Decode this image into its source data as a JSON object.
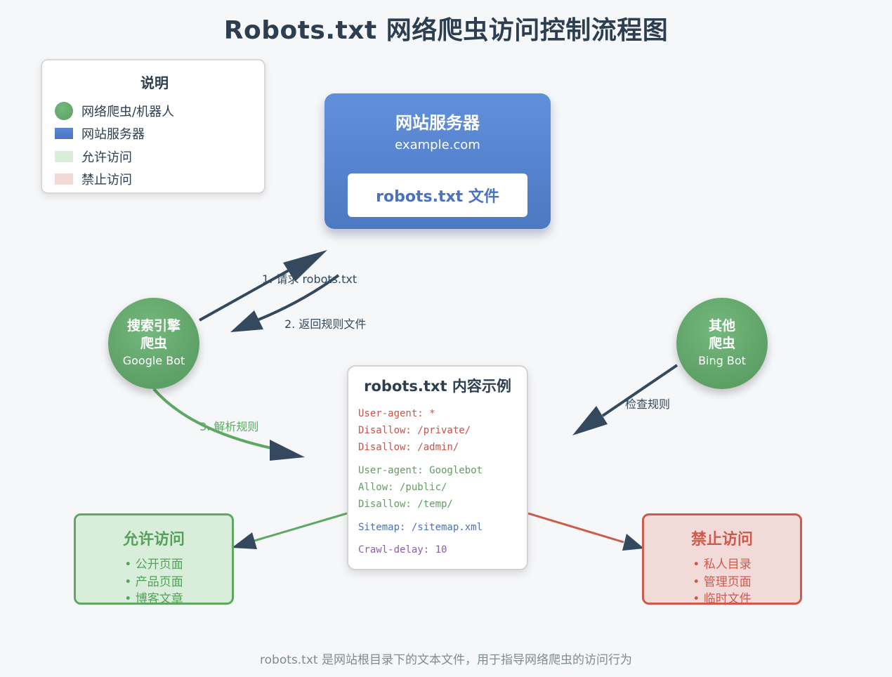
{
  "title": "Robots.txt 网络爬虫访问控制流程图",
  "legend": {
    "title": "说明",
    "items": [
      {
        "label": "网络爬虫/机器人",
        "kind": "circle"
      },
      {
        "label": "网站服务器",
        "kind": "server"
      },
      {
        "label": "允许访问",
        "kind": "allow"
      },
      {
        "label": "禁止访问",
        "kind": "deny"
      }
    ]
  },
  "server": {
    "title": "网站服务器",
    "domain": "example.com",
    "file": "robots.txt 文件"
  },
  "crawlers": {
    "google": {
      "line1": "搜索引擎",
      "line2": "爬虫",
      "sub": "Google Bot"
    },
    "bing": {
      "line1": "其他",
      "line2": "爬虫",
      "sub": "Bing Bot"
    }
  },
  "content": {
    "title": "robots.txt 内容示例",
    "lines": [
      "User-agent: *",
      "Disallow: /private/",
      "Disallow: /admin/",
      "User-agent: Googlebot",
      "Allow: /public/",
      "Disallow: /temp/",
      "Sitemap: /sitemap.xml",
      "Crawl-delay: 10"
    ]
  },
  "allow": {
    "title": "允许访问",
    "items": [
      "• 公开页面",
      "• 产品页面",
      "• 博客文章"
    ]
  },
  "deny": {
    "title": "禁止访问",
    "items": [
      "• 私人目录",
      "• 管理页面",
      "• 临时文件"
    ]
  },
  "labels": {
    "request": "1. 请求 robots.txt",
    "response": "2. 返回规则文件",
    "parse": "3. 解析规则",
    "check": "检查规则"
  },
  "colors": {
    "server": "#4d78c2",
    "crawler": "#5c9f65",
    "allow": "#5fa864",
    "deny": "#cd5b4c",
    "arrow": "#34495e"
  },
  "footer": "robots.txt 是网站根目录下的文本文件，用于指导网络爬虫的访问行为"
}
